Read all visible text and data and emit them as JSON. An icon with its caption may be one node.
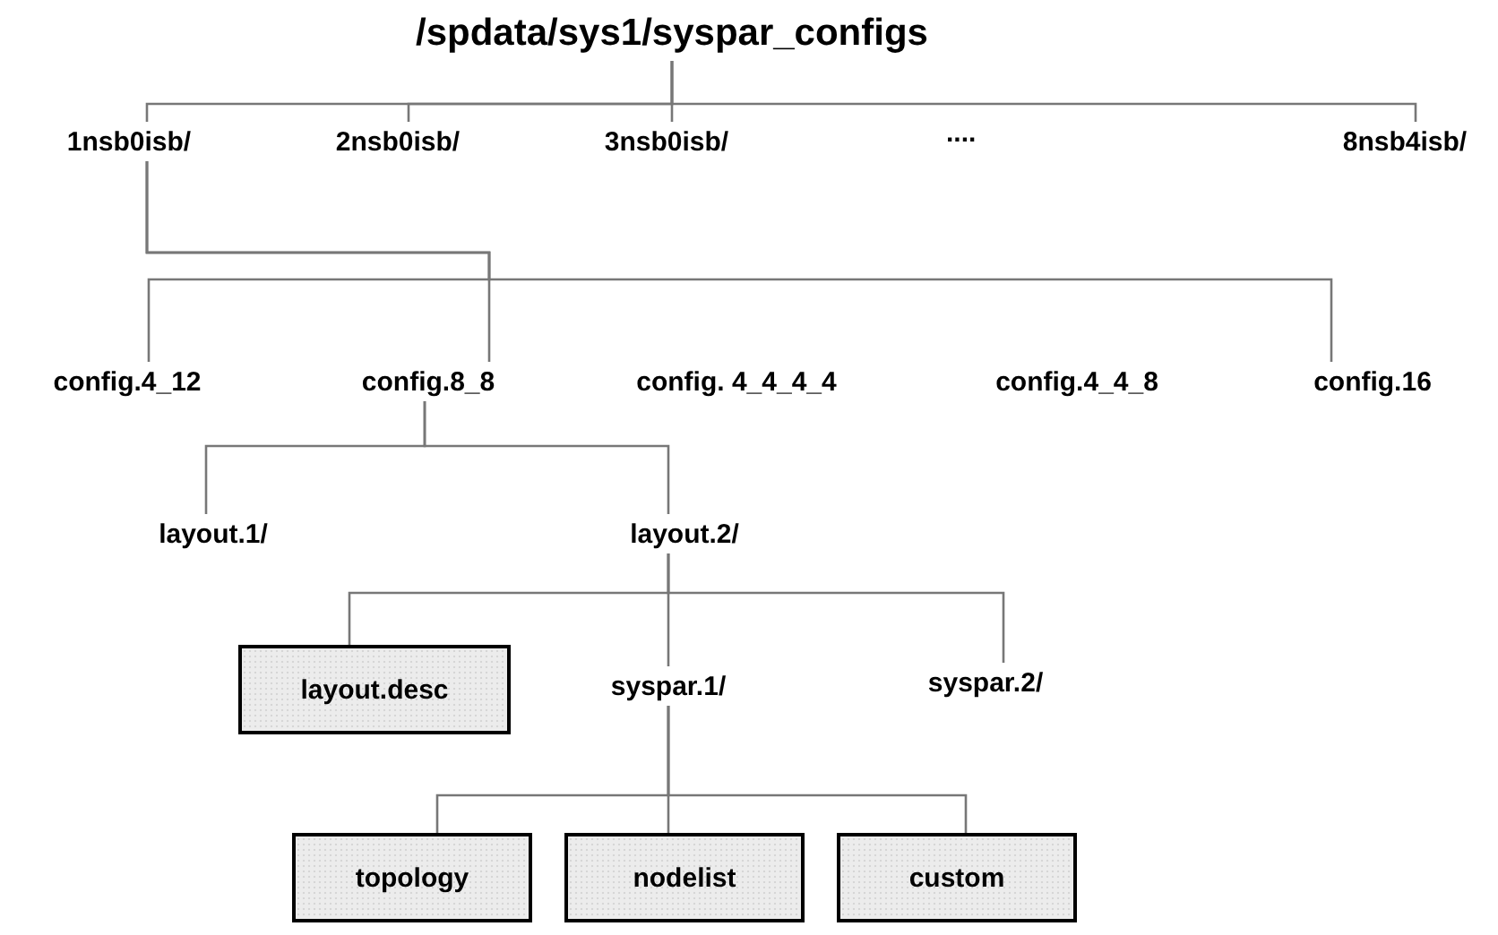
{
  "diagram": {
    "nodes": [
      {
        "text": [
          "/spdata/sys1/syspar_configs"
        ]
      },
      {
        "text": [
          "1nsb0isb/"
        ]
      },
      {
        "text": [
          "2nsb0isb/"
        ]
      },
      {
        "text": [
          "3nsb0isb/"
        ]
      },
      {
        "text": [
          "8nsb4isb/"
        ]
      },
      {
        "text": [
          "config.4_12"
        ]
      },
      {
        "text": [
          "config.8_8"
        ]
      },
      {
        "text": [
          "config. 4_4_4_4"
        ]
      },
      {
        "text": [
          "config.4_4_8"
        ]
      },
      {
        "text": [
          "config.16"
        ]
      },
      {
        "text": [
          "layout.1/"
        ]
      },
      {
        "text": [
          "layout.2/"
        ]
      },
      {
        "text": [
          "layout.desc"
        ]
      },
      {
        "text": [
          "syspar.1/"
        ]
      },
      {
        "text": [
          "syspar.2/"
        ]
      },
      {
        "text": [
          "topology"
        ]
      },
      {
        "text": [
          "nodelist"
        ]
      },
      {
        "text": [
          "custom"
        ]
      }
    ],
    "edges": [
      {
        "from": 0,
        "to": 1,
        "arrow": "none"
      },
      {
        "from": 0,
        "to": 2,
        "arrow": "none"
      },
      {
        "from": 0,
        "to": 3,
        "arrow": "none"
      },
      {
        "from": 0,
        "to": 4,
        "arrow": "none"
      },
      {
        "from": 1,
        "to": 5,
        "arrow": "none"
      },
      {
        "from": 1,
        "to": 6,
        "arrow": "none"
      },
      {
        "from": 1,
        "to": 9,
        "arrow": "none"
      },
      {
        "from": 6,
        "to": 10,
        "arrow": "none"
      },
      {
        "from": 6,
        "to": 11,
        "arrow": "none"
      },
      {
        "from": 11,
        "to": 12,
        "arrow": "none"
      },
      {
        "from": 11,
        "to": 13,
        "arrow": "none"
      },
      {
        "from": 11,
        "to": 14,
        "arrow": "none"
      },
      {
        "from": 13,
        "to": 15,
        "arrow": "none"
      },
      {
        "from": 13,
        "to": 16,
        "arrow": "none"
      },
      {
        "from": 13,
        "to": 17,
        "arrow": "none"
      }
    ],
    "labels": [
      "...."
    ]
  }
}
